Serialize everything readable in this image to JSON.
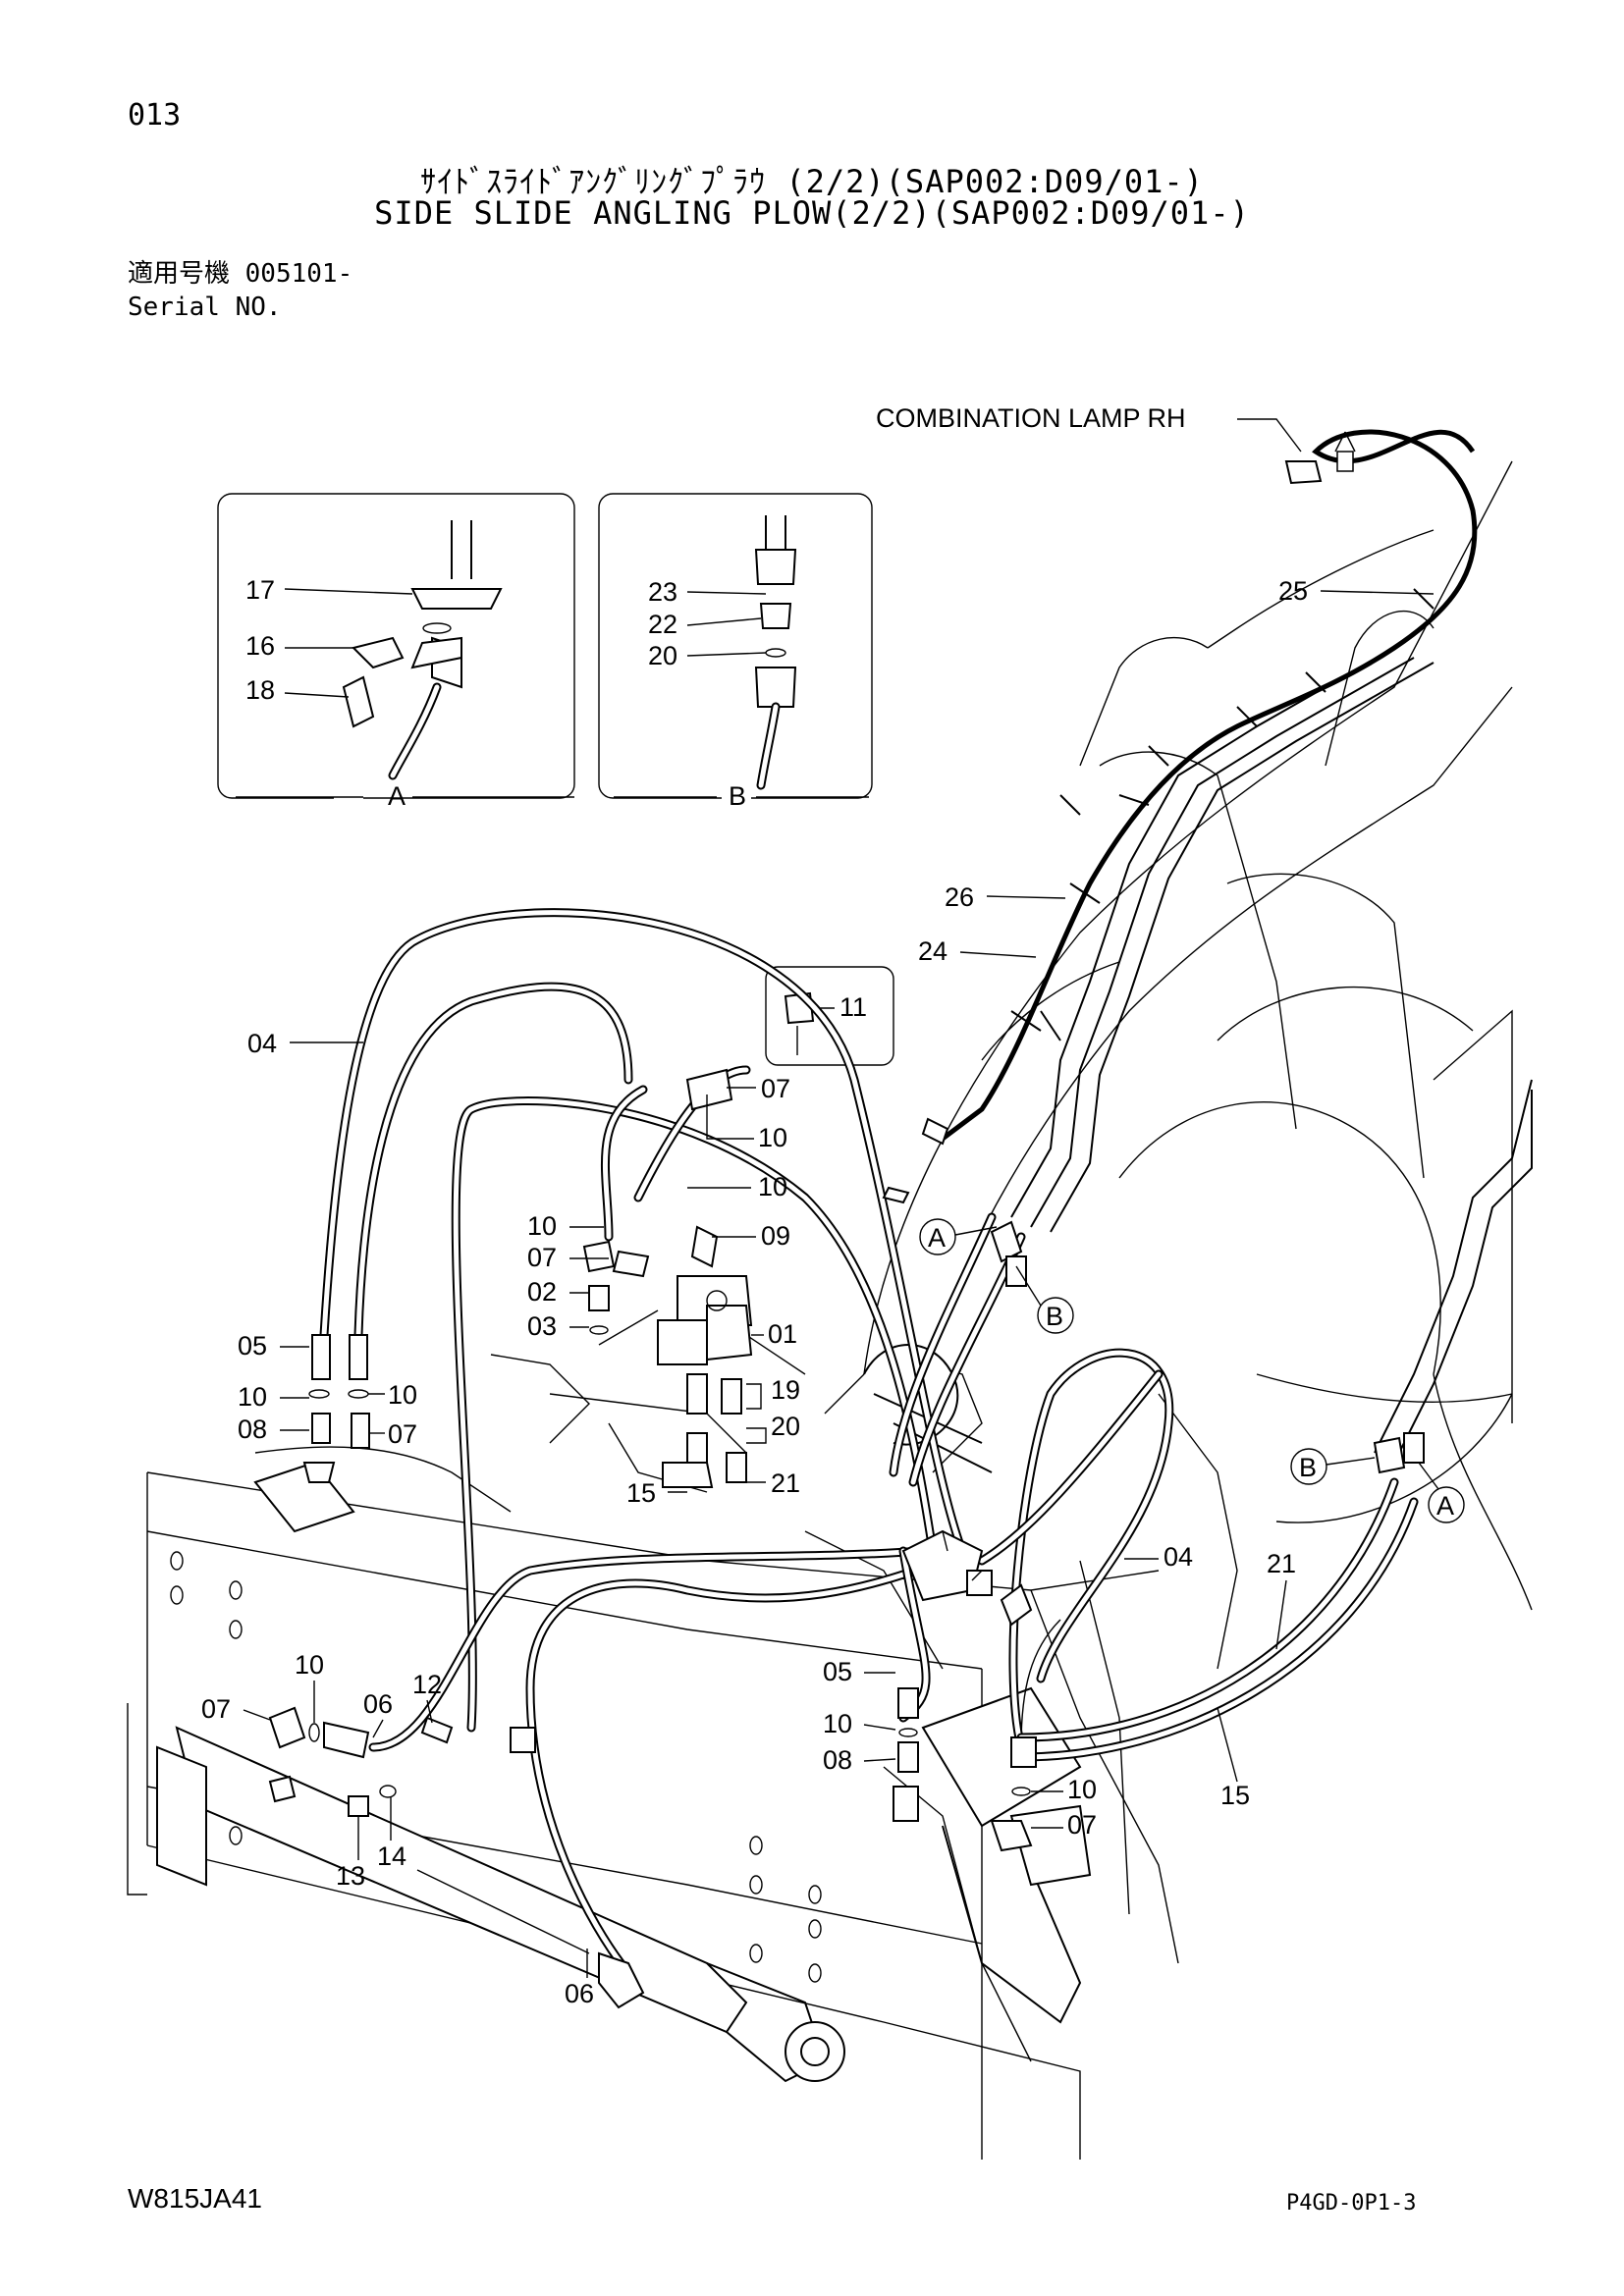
{
  "header": {
    "page_number": "013",
    "title_jp": "ｻｲﾄﾞｽﾗｲﾄﾞｱﾝｸﾞﾘﾝｸﾞﾌﾟﾗｳ (2/2)(SAP002:D09/01-)",
    "title_en": "SIDE SLIDE ANGLING PLOW(2/2)(SAP002:D09/01-)",
    "serial_label_jp": "適用号機 005101-",
    "serial_label_en": "Serial NO."
  },
  "callouts": {
    "combination_lamp": "COMBINATION LAMP RH",
    "detail_a": "A",
    "detail_b": "B",
    "p01": "01",
    "p02": "02",
    "p03": "03",
    "p04a": "04",
    "p04b": "04",
    "p05a": "05",
    "p05b": "05",
    "p06a": "06",
    "p06b": "06",
    "p07a": "07",
    "p07b": "07",
    "p07c": "07",
    "p07d": "07",
    "p07e": "07",
    "p08a": "08",
    "p08b": "08",
    "p09": "09",
    "p10a": "10",
    "p10b": "10",
    "p10c": "10",
    "p10d": "10",
    "p10e": "10",
    "p10f": "10",
    "p10g": "10",
    "p10h": "10",
    "p11": "11",
    "p12": "12",
    "p13": "13",
    "p14": "14",
    "p15a": "15",
    "p15b": "15",
    "p16": "16",
    "p17": "17",
    "p18": "18",
    "p19": "19",
    "p20a": "20",
    "p20b": "20",
    "p21a": "21",
    "p21b": "21",
    "p22": "22",
    "p23": "23",
    "p24": "24",
    "p25": "25",
    "p26": "26",
    "circ_a1": "A",
    "circ_b1": "B",
    "circ_a2": "A",
    "circ_b2": "B"
  },
  "footer": {
    "drawing_code": "W815JA41",
    "sheet_code": "P4GD-0P1-3"
  }
}
